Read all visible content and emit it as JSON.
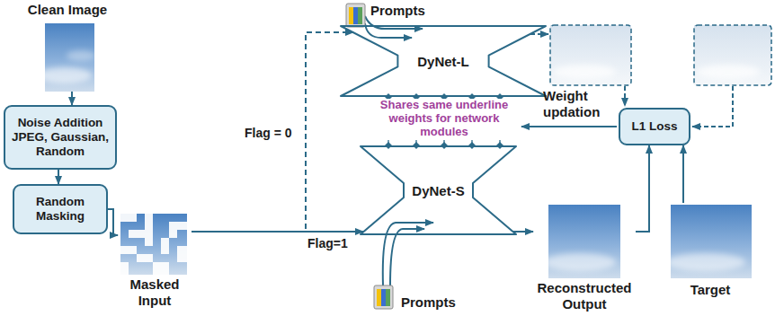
{
  "diagram": {
    "nodes": [
      {
        "text": [
          "Clean Image"
        ]
      },
      {
        "text": [
          "Noise Addition JPEG, Gaussian, Random"
        ]
      },
      {
        "text": [
          "Random Masking"
        ]
      },
      {
        "text": [
          "Masked Input"
        ]
      },
      {
        "text": [
          "DyNet-L"
        ]
      },
      {
        "text": [
          "DyNet-S"
        ]
      },
      {
        "text": [
          "L1 Loss"
        ]
      },
      {
        "text": [
          "Reconstructed Output"
        ]
      },
      {
        "text": [
          "Target"
        ]
      }
    ],
    "edges": [
      {
        "from": 0,
        "to": 1,
        "arrow": "to"
      },
      {
        "from": 1,
        "to": 2,
        "arrow": "to"
      },
      {
        "from": 2,
        "to": 3,
        "arrow": "to"
      },
      {
        "from": 3,
        "to": 4,
        "label": "Flag = 0",
        "arrow": "to"
      },
      {
        "from": 3,
        "to": 5,
        "label": "Flag=1",
        "arrow": "to"
      },
      {
        "from": 5,
        "to": 7,
        "arrow": "to"
      },
      {
        "from": 7,
        "to": 6,
        "arrow": "to"
      },
      {
        "from": 8,
        "to": 6,
        "arrow": "to"
      }
    ],
    "labels": [
      "Prompts",
      "Prompts",
      "Shares same underline weights for network modules",
      "Weight updation"
    ]
  }
}
